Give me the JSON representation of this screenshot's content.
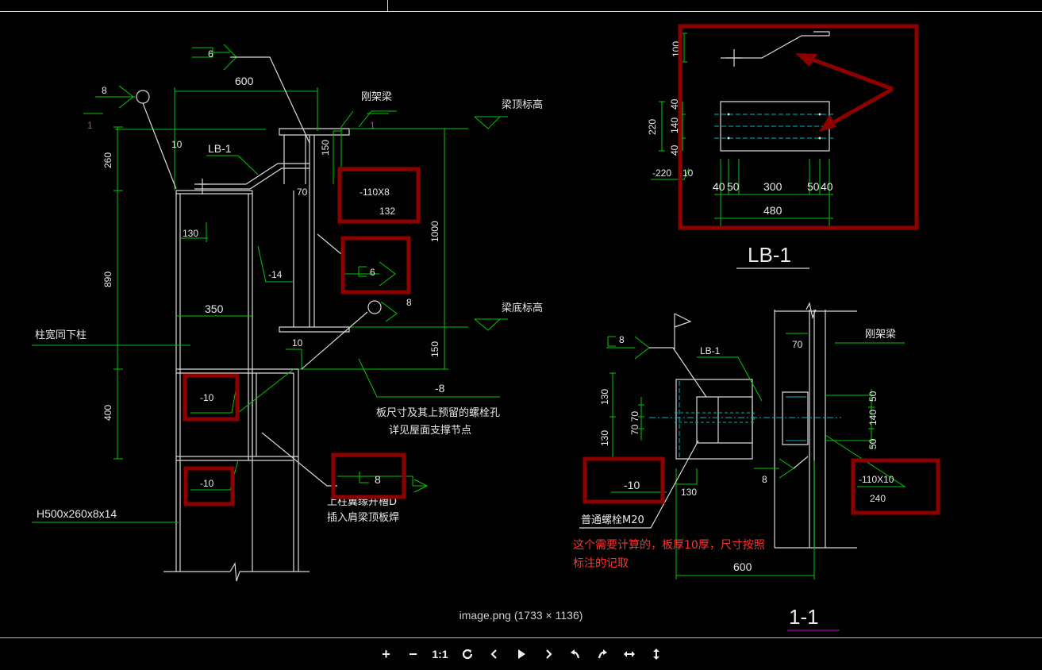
{
  "caption": "image.png (1733 × 1136)",
  "toolbar": {
    "zoom_in": "+",
    "zoom_out": "−",
    "actual_size": "1:1"
  },
  "drawing": {
    "left": {
      "weld_top": "6",
      "dim_600": "600",
      "weld_8": "8",
      "sec1_left": "1",
      "sec1_right": "1",
      "label_gangjialiang": "刚架梁",
      "label_liangdingbiaogao": "梁顶标高",
      "label_liangdibiaogao": "梁底标高",
      "dim_10_top": "10",
      "label_lb1": "LB-1",
      "dim_260": "260",
      "dim_150_top": "150",
      "dim_70": "70",
      "dim_1000": "1000",
      "dim_130": "130",
      "plate_14": "-14",
      "dim_890": "890",
      "dim_350": "350",
      "label_zhukuan": "柱宽同下柱",
      "dim_10_mid": "10",
      "dim_150_bot": "150",
      "plate_8": "-8",
      "note_bolt_1": "板尺寸及其上预留的螺栓孔",
      "note_bolt_2": "详见屋面支撑节点",
      "dim_400": "400",
      "plate_10a": "-10",
      "plate_10b": "-10",
      "plate_110x8": "-110X8",
      "plate_132": "132",
      "weld_c6": "6",
      "weld_8b": "8",
      "angle_l8": "8",
      "column": "H500x260x8x14",
      "note_col_1": "上柱翼缘开槽D",
      "note_col_2": "插入肩梁顶板焊"
    },
    "lb1_detail": {
      "dim_100": "100",
      "dim_220": "220",
      "dim_140": "140",
      "dim_40a": "40",
      "dim_40b": "40",
      "plate_220": "-220",
      "dim_10": "10",
      "bot_40a": "40",
      "bot_50a": "50",
      "bot_300": "300",
      "bot_50b": "50",
      "bot_40b": "40",
      "total_480": "480",
      "title": "LB-1"
    },
    "section": {
      "weld_c8": "8",
      "label_lb1": "LB-1",
      "dim_70": "70",
      "label_gangjialiang": "刚架梁",
      "dim_130a": "130",
      "dim_7070": "70 70",
      "dim_130b": "130",
      "dim_50a": "50",
      "dim_140": "140",
      "dim_50b": "50",
      "plate_10": "-10",
      "dim_130c": "130",
      "weld_8": "8",
      "plate_110x10": "-110X10",
      "plate_240": "240",
      "bolt": "普通螺栓M20",
      "note_line1": "这个需要计算的，板厚10厚，尺寸按照",
      "note_line2": "标注的记取",
      "dim_600": "600",
      "title": "1-1"
    }
  }
}
